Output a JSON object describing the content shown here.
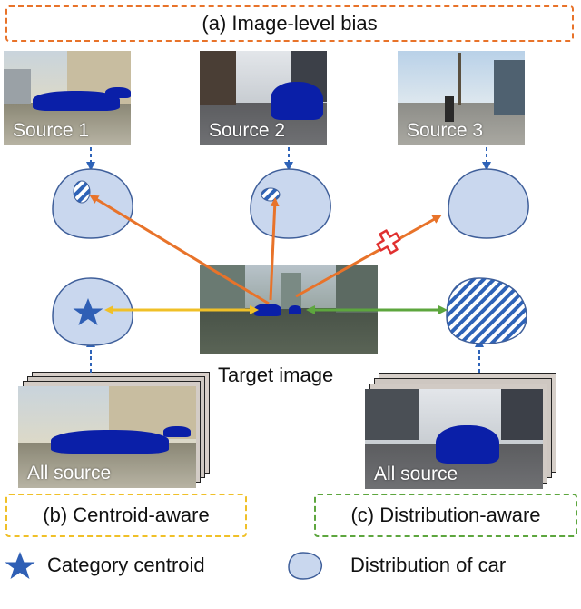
{
  "headers": {
    "image_level": "(a) Image-level bias",
    "centroid_aware": "(b) Centroid-aware",
    "distribution_aware": "(c) Distribution-aware"
  },
  "sources": {
    "source1": "Source 1",
    "source2": "Source 2",
    "source3": "Source 3",
    "all_source_b": "All source",
    "all_source_c": "All source"
  },
  "target_label": "Target image",
  "legend": {
    "centroid": "Category centroid",
    "distribution": "Distribution of car"
  },
  "colors": {
    "orange": "#E8732A",
    "yellow": "#F0C028",
    "green": "#5DA63E",
    "blob_fill": "#C9D7EE",
    "blob_stroke": "#3F5F9A",
    "hatch_blue": "#2E63B8",
    "star_blue": "#2F5FB5",
    "red_cross": "#E03030"
  }
}
